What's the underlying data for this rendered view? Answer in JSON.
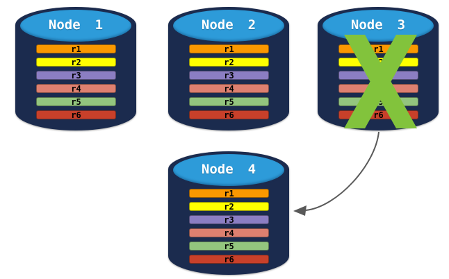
{
  "diagram": {
    "background": "#ffffff",
    "cylinder": {
      "body_color": "#1B2B4E",
      "top_color": "#2D9BD9",
      "title_color": "#FFFFFF"
    },
    "replica_colors": {
      "r1": "#FA9800",
      "r2": "#FFFF00",
      "r3": "#8B7EC3",
      "r4": "#DD8070",
      "r5": "#93C57E",
      "r6": "#C8402A"
    },
    "nodes": [
      {
        "title": "Node 1",
        "failed": false,
        "replicas": [
          "r1",
          "r2",
          "r3",
          "r4",
          "r5",
          "r6"
        ]
      },
      {
        "title": "Node 2",
        "failed": false,
        "replicas": [
          "r1",
          "r2",
          "r3",
          "r4",
          "r5",
          "r6"
        ]
      },
      {
        "title": "Node 3",
        "failed": true,
        "replicas": [
          "r1",
          "r2",
          "r3",
          "r4",
          "r5",
          "r6"
        ]
      },
      {
        "title": "Node 4",
        "failed": false,
        "replicas": [
          "r1",
          "r2",
          "r3",
          "r4",
          "r5",
          "r6"
        ]
      }
    ],
    "failure_x": {
      "node": "Node 3",
      "color": "#82C33C"
    },
    "arrow": {
      "from": "Node 3",
      "to": "Node 4",
      "color": "#595959"
    }
  }
}
